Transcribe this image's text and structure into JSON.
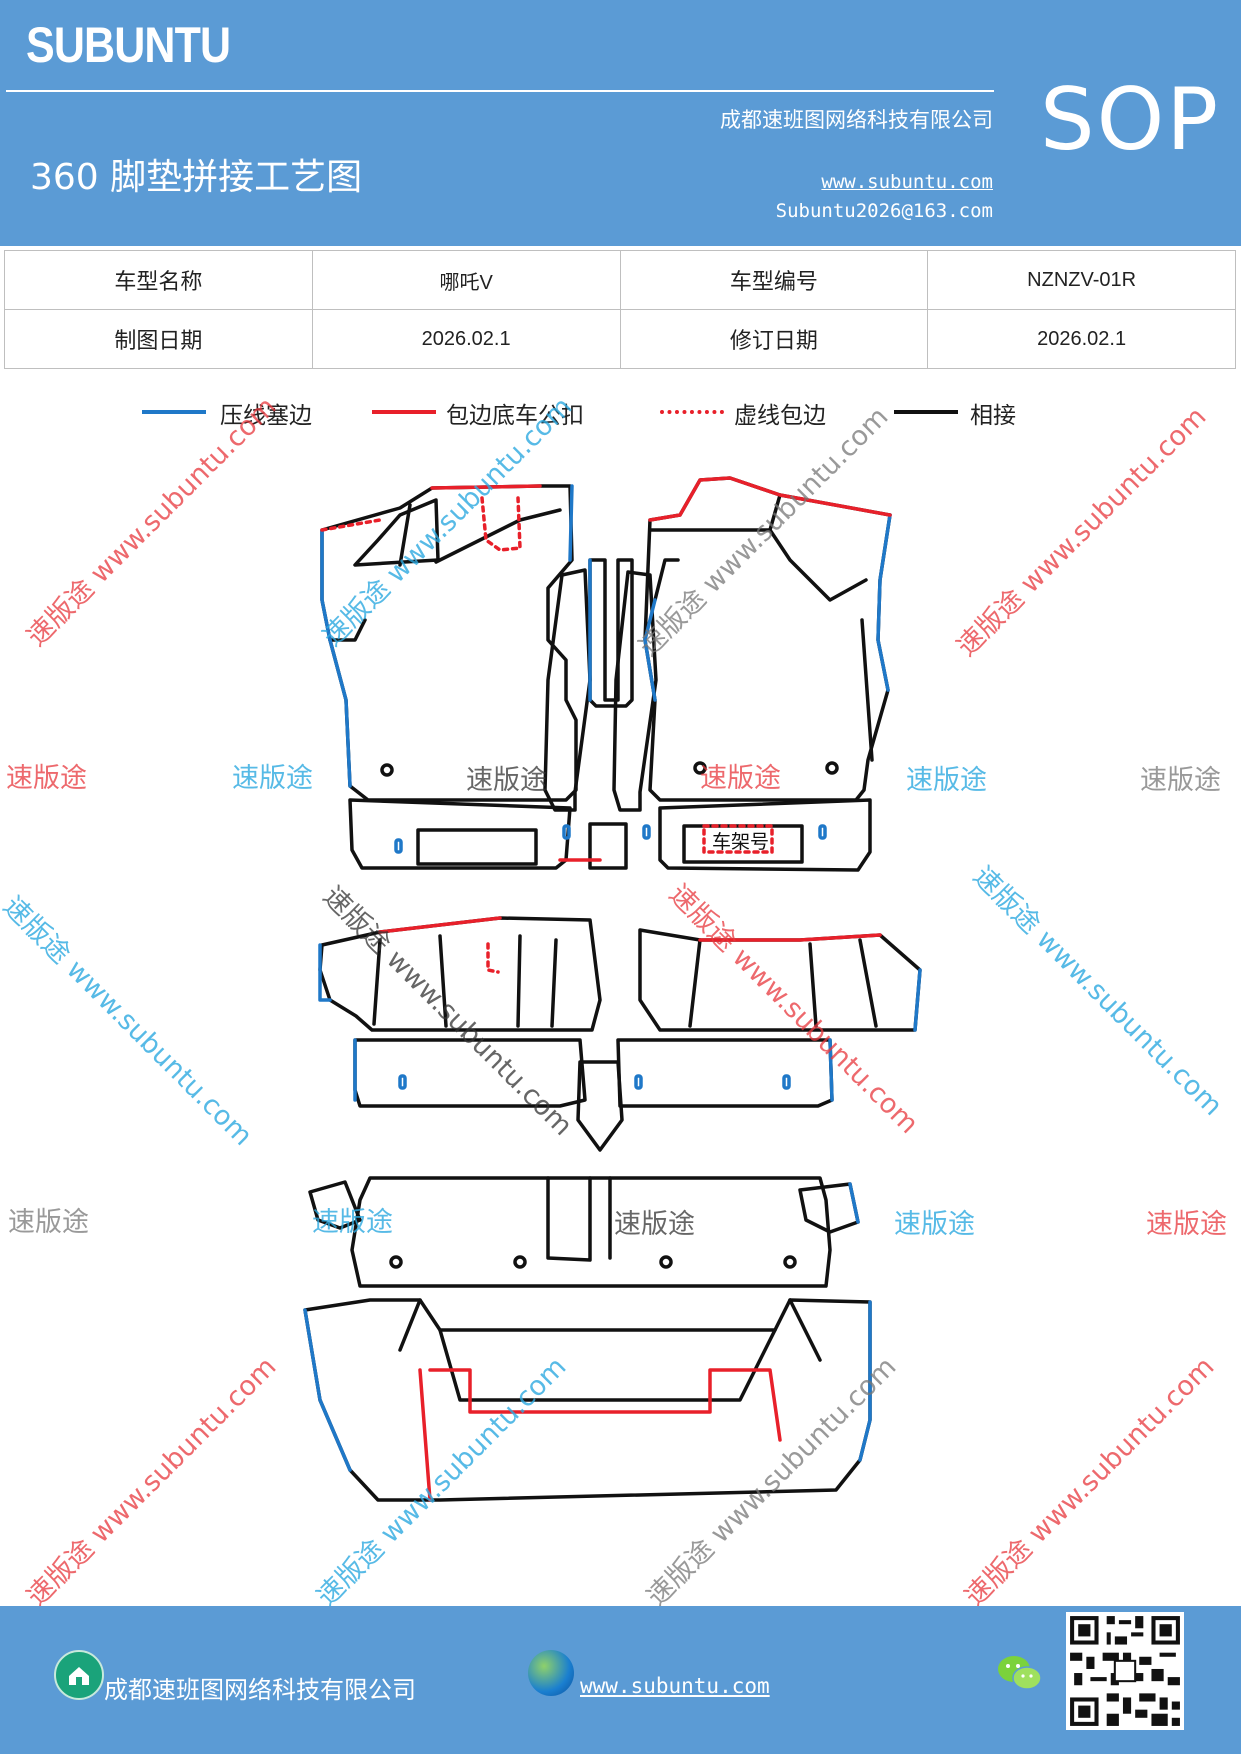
{
  "header": {
    "brand": "SUBUNTU",
    "sop": "SOP",
    "title": "360 脚垫拼接工艺图",
    "company": "成都速班图网络科技有限公司",
    "website": "www.subuntu.com",
    "email": "Subuntu2026@163.com"
  },
  "info_table": {
    "rows": [
      {
        "label1": "车型名称",
        "value1": "哪吒V",
        "label2": "车型编号",
        "value2": "NZNZV-01R"
      },
      {
        "label1": "制图日期",
        "value1": "2026.02.1",
        "label2": "修订日期",
        "value2": "2026.02.1"
      }
    ]
  },
  "legend": [
    {
      "label": "压线塞边",
      "color": "#1f78c8",
      "style": "solid"
    },
    {
      "label": "包边底车公扣",
      "color": "#e8202a",
      "style": "solid"
    },
    {
      "label": "虚线包边",
      "color": "#e8202a",
      "style": "dotted"
    },
    {
      "label": "相接",
      "color": "#111111",
      "style": "solid"
    }
  ],
  "diagram": {
    "frame_label": "车架号"
  },
  "watermarks": {
    "brand_short": "速版途",
    "brand_long": "速版途 www.subuntu.com"
  },
  "footer": {
    "company": "成都速班图网络科技有限公司",
    "website": "www.subuntu.com"
  },
  "colors": {
    "header_bg": "#5b9bd5",
    "blue_edge": "#1f78c8",
    "red_edge": "#e8202a",
    "outline": "#111111"
  }
}
